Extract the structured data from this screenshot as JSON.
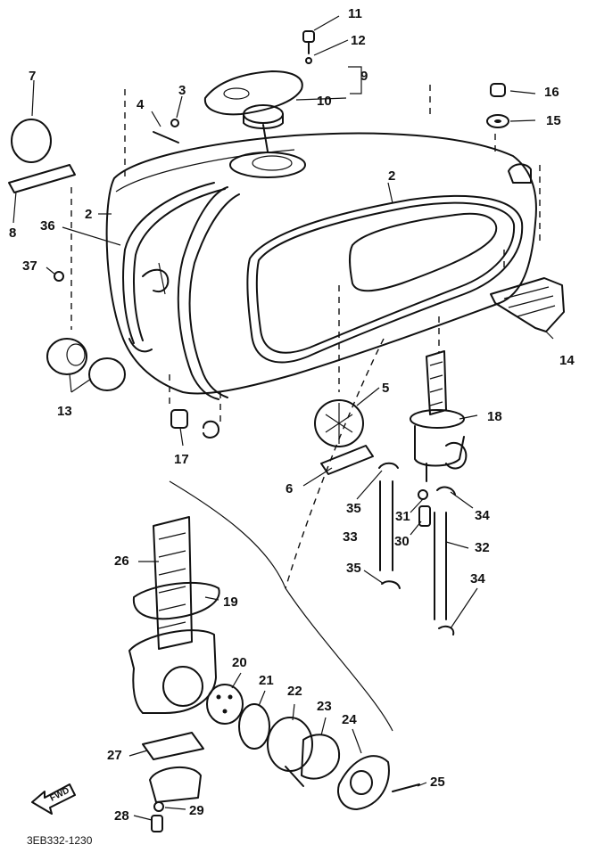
{
  "diagram": {
    "part_code": "3EB332-1230",
    "forward_label": "FWD",
    "callouts": [
      {
        "id": "c11",
        "label": "11"
      },
      {
        "id": "c12",
        "label": "12"
      },
      {
        "id": "c9",
        "label": "9"
      },
      {
        "id": "c10",
        "label": "10"
      },
      {
        "id": "c7",
        "label": "7"
      },
      {
        "id": "c4",
        "label": "4"
      },
      {
        "id": "c3",
        "label": "3"
      },
      {
        "id": "c16",
        "label": "16"
      },
      {
        "id": "c15",
        "label": "15"
      },
      {
        "id": "c2a",
        "label": "2"
      },
      {
        "id": "c2b",
        "label": "2"
      },
      {
        "id": "c36",
        "label": "36"
      },
      {
        "id": "c8",
        "label": "8"
      },
      {
        "id": "c37",
        "label": "37"
      },
      {
        "id": "c14",
        "label": "14"
      },
      {
        "id": "c5",
        "label": "5"
      },
      {
        "id": "c13",
        "label": "13"
      },
      {
        "id": "c17",
        "label": "17"
      },
      {
        "id": "c18",
        "label": "18"
      },
      {
        "id": "c6",
        "label": "6"
      },
      {
        "id": "c35a",
        "label": "35"
      },
      {
        "id": "c31",
        "label": "31"
      },
      {
        "id": "c34a",
        "label": "34"
      },
      {
        "id": "c33",
        "label": "33"
      },
      {
        "id": "c30",
        "label": "30"
      },
      {
        "id": "c32",
        "label": "32"
      },
      {
        "id": "c26",
        "label": "26"
      },
      {
        "id": "c35b",
        "label": "35"
      },
      {
        "id": "c34b",
        "label": "34"
      },
      {
        "id": "c19",
        "label": "19"
      },
      {
        "id": "c20",
        "label": "20"
      },
      {
        "id": "c21",
        "label": "21"
      },
      {
        "id": "c22",
        "label": "22"
      },
      {
        "id": "c23",
        "label": "23"
      },
      {
        "id": "c24",
        "label": "24"
      },
      {
        "id": "c27",
        "label": "27"
      },
      {
        "id": "c25",
        "label": "25"
      },
      {
        "id": "c28",
        "label": "28"
      },
      {
        "id": "c29",
        "label": "29"
      }
    ]
  }
}
